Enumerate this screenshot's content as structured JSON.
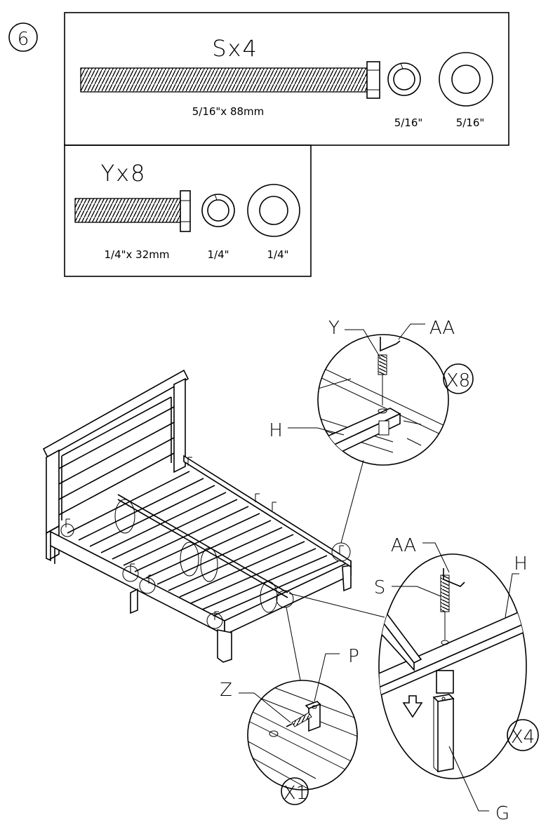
{
  "step": {
    "number": "6"
  },
  "parts": {
    "bolt_s": {
      "title": "Sx4",
      "size": "5/16\"x 88mm",
      "lock_washer": "5/16\"",
      "flat_washer": "5/16\""
    },
    "bolt_y": {
      "title": "Yx8",
      "size": "1/4\"x 32mm",
      "lock_washer": "1/4\"",
      "flat_washer": "1/4\""
    }
  },
  "callouts": {
    "top": {
      "bolt": "Y",
      "tool": "AA",
      "rail": "H",
      "count": "X8"
    },
    "right": {
      "tool": "AA",
      "bolt": "S",
      "rail": "H",
      "leg": "G",
      "count": "X4"
    },
    "bottom": {
      "screw": "Z",
      "bracket": "P",
      "count": "X1"
    }
  },
  "colors": {
    "ink": "#000000",
    "paper": "#ffffff"
  }
}
